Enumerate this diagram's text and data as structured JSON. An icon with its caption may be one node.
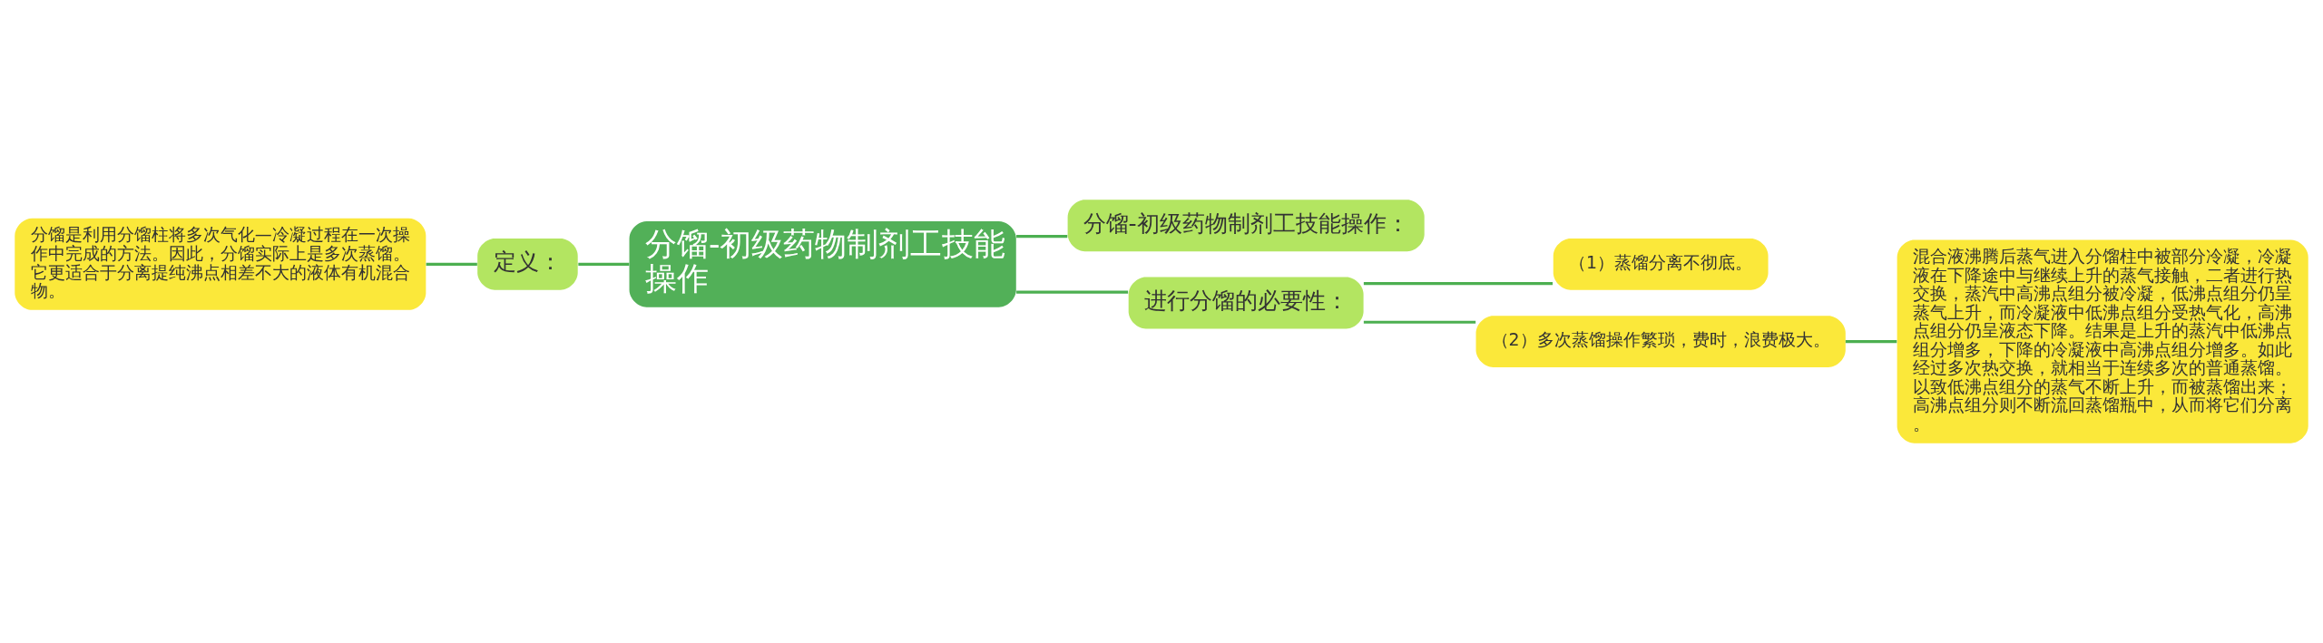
{
  "diagram": {
    "nodes": [
      {
        "text": [
          "分馏-初级药物制剂工技能操作"
        ]
      },
      {
        "text": [
          "定义："
        ]
      },
      {
        "text": [
          "分馏是利用分馏柱将多次气化—冷凝过程在一次操作中完成的方法。因此，分馏实际上是多次蒸馏。它更适合于分离提纯沸点相差不大的液体有机混合物。"
        ]
      },
      {
        "text": [
          "分馏-初级药物制剂工技能操作："
        ]
      },
      {
        "text": [
          "进行分馏的必要性："
        ]
      },
      {
        "text": [
          "（1）蒸馏分离不彻底。"
        ]
      },
      {
        "text": [
          "（2）多次蒸馏操作繁琐，费时，浪费极大。"
        ]
      },
      {
        "text": [
          "混合液沸腾后蒸气进入分馏柱中被部分冷凝，冷凝液在下降途中与继续上升的蒸气接触，二者进行热交换，蒸汽中高沸点组分被冷凝，低沸点组分仍呈蒸气上升，而冷凝液中低沸点组分受热气化，高沸点组分仍呈液态下降。结果是上升的蒸汽中低沸点组分增多，下降的冷凝液中高沸点组分增多。如此经过多次热交换，就相当于连续多次的普通蒸馏。以致低沸点组分的蒸气不断上升，而被蒸馏出来；高沸点组分则不断流回蒸馏瓶中，从而将它们分离。"
        ]
      }
    ],
    "edges": [
      {
        "from": 0,
        "to": 1,
        "arrow": "none"
      },
      {
        "from": 1,
        "to": 2,
        "arrow": "none"
      },
      {
        "from": 0,
        "to": 3,
        "arrow": "none"
      },
      {
        "from": 0,
        "to": 4,
        "arrow": "none"
      },
      {
        "from": 4,
        "to": 5,
        "arrow": "none"
      },
      {
        "from": 4,
        "to": 6,
        "arrow": "none"
      },
      {
        "from": 6,
        "to": 7,
        "arrow": "none"
      }
    ]
  }
}
